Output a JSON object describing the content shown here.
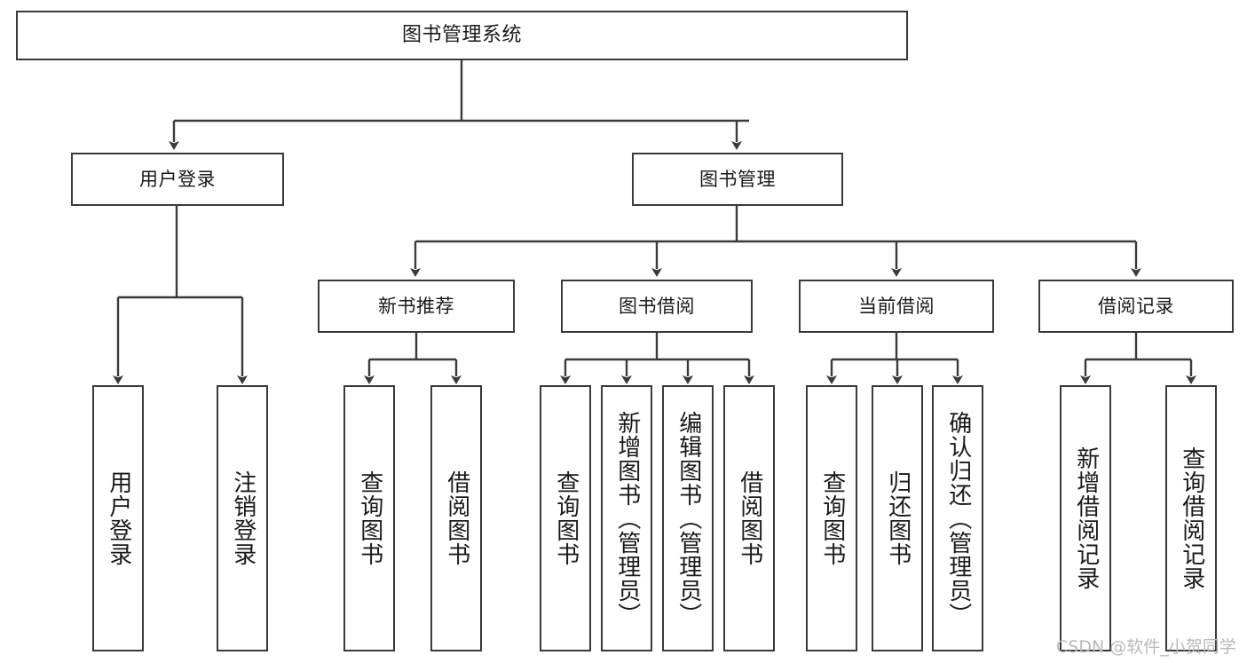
{
  "diagram": {
    "title": "图书管理系统",
    "type": "hierarchy-tree",
    "nodes": {
      "root": {
        "label": "图书管理系统"
      },
      "level2": [
        {
          "id": "user-login",
          "label": "用户登录"
        },
        {
          "id": "book-manage",
          "label": "图书管理"
        }
      ],
      "level3": [
        {
          "id": "new-book-recommend",
          "label": "新书推荐"
        },
        {
          "id": "book-borrow",
          "label": "图书借阅"
        },
        {
          "id": "current-borrow",
          "label": "当前借阅"
        },
        {
          "id": "borrow-record",
          "label": "借阅记录"
        }
      ],
      "leaves": [
        {
          "id": "leaf-user-login",
          "parent": "user-login",
          "label": "用户登录"
        },
        {
          "id": "leaf-logout",
          "parent": "user-login",
          "label": "注销登录"
        },
        {
          "id": "leaf-query-book-1",
          "parent": "new-book-recommend",
          "label": "查询图书"
        },
        {
          "id": "leaf-borrow-book-1",
          "parent": "new-book-recommend",
          "label": "借阅图书"
        },
        {
          "id": "leaf-query-book-2",
          "parent": "book-borrow",
          "label": "查询图书"
        },
        {
          "id": "leaf-add-book",
          "parent": "book-borrow",
          "label": "新增图书（管理员）"
        },
        {
          "id": "leaf-edit-book",
          "parent": "book-borrow",
          "label": "编辑图书（管理员）"
        },
        {
          "id": "leaf-borrow-book-2",
          "parent": "book-borrow",
          "label": "借阅图书"
        },
        {
          "id": "leaf-query-book-3",
          "parent": "current-borrow",
          "label": "查询图书"
        },
        {
          "id": "leaf-return-book",
          "parent": "current-borrow",
          "label": "归还图书"
        },
        {
          "id": "leaf-confirm-return",
          "parent": "current-borrow",
          "label": "确认归还（管理员）"
        },
        {
          "id": "leaf-add-record",
          "parent": "borrow-record",
          "label": "新增借阅记录"
        },
        {
          "id": "leaf-query-record",
          "parent": "borrow-record",
          "label": "查询借阅记录"
        }
      ]
    },
    "colors": {
      "border": "#3a3a3a",
      "background": "#ffffff",
      "text": "#1a1a1a",
      "edge": "#3a3a3a",
      "watermark": "#b9b9b9"
    }
  },
  "watermark": {
    "text": "CSDN @软件_小贺同学"
  }
}
